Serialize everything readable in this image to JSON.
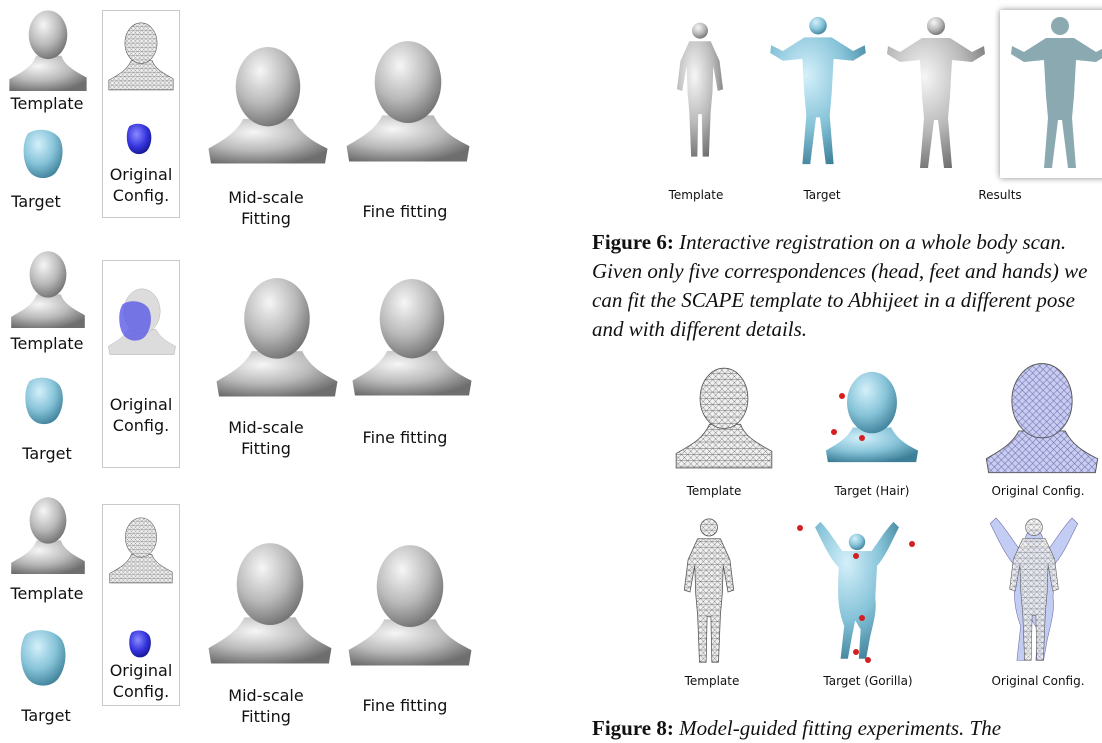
{
  "colors": {
    "gray_mesh": "#b4b4b4",
    "blue_target": "#8cc8dc",
    "config_blue": "#3a3ad8",
    "landmark_red": "#d42020"
  },
  "left_figure": {
    "rows": [
      {
        "template_label": "Template",
        "target_label": "Target",
        "config_label": "Original\nConfig.",
        "mid_label": "Mid-scale\nFitting",
        "fine_label": "Fine fitting"
      },
      {
        "template_label": "Template",
        "target_label": "Target",
        "config_label": "Original\nConfig.",
        "mid_label": "Mid-scale\nFitting",
        "fine_label": "Fine fitting"
      },
      {
        "template_label": "Template",
        "target_label": "Target",
        "config_label": "Original\nConfig.",
        "mid_label": "Mid-scale\nFitting",
        "fine_label": "Fine fitting"
      }
    ]
  },
  "figure6": {
    "labels": {
      "template": "Template",
      "target": "Target",
      "results": "Results"
    },
    "caption": {
      "number": "Figure 6:",
      "lines": [
        "Interactive registration on a whole body scan.",
        "Given only five correspondences (head, feet and hands) we",
        "can fit the SCAPE template to Abhijeet in a different pose",
        "and with different details."
      ]
    }
  },
  "figure_grid": {
    "row1": [
      "Template",
      "Target (Hair)",
      "Original Config."
    ],
    "row2": [
      "Template",
      "Target (Gorilla)",
      "Original Config."
    ]
  },
  "figure8": {
    "number": "Figure 8:",
    "text": "Model-guided fitting experiments. The"
  }
}
